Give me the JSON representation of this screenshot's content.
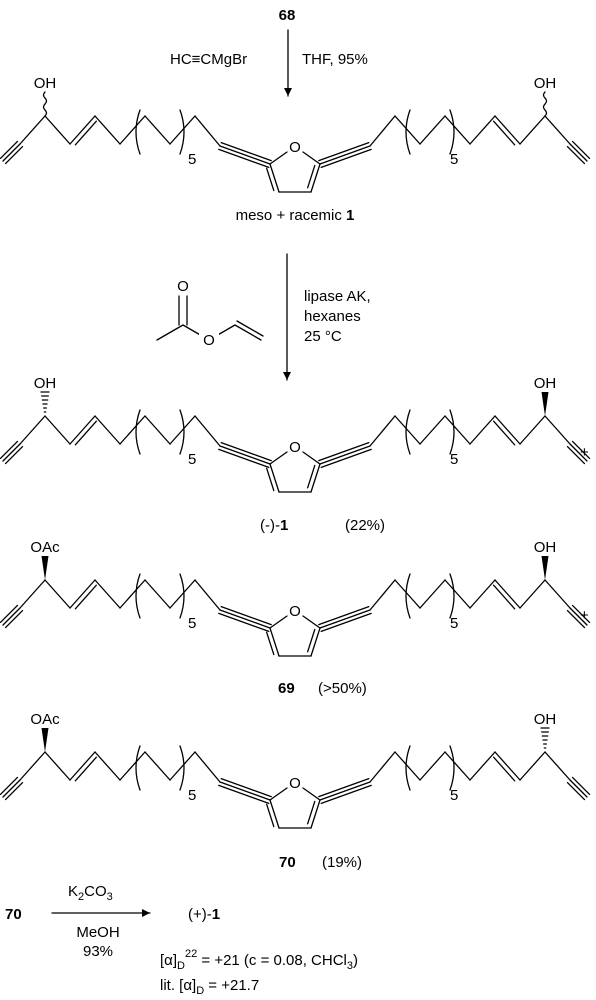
{
  "start_compound": "68",
  "step1": {
    "reagent": "HC≡CMgBr",
    "conditions": "THF, 95%"
  },
  "step2": {
    "reagent_drawn": "vinyl acetate",
    "conditions_line1": "lipase AK,",
    "conditions_line2": "hexanes",
    "conditions_line3": "25 °C"
  },
  "chain_repeat": "5",
  "atoms": {
    "o": "O",
    "oh": "OH",
    "oac": "OAc"
  },
  "product_meso": {
    "prefix": "meso + racemic ",
    "number": "1"
  },
  "product_minus": {
    "prefix": "(-)-",
    "number": "1",
    "yield": "(22%)"
  },
  "product_69": {
    "number": "69",
    "yield": "(>50%)"
  },
  "product_70": {
    "number": "70",
    "yield": "(19%)"
  },
  "plus": "+",
  "step3": {
    "substrate": "70",
    "reagent_base": "K",
    "reagent_sub1": "2",
    "reagent_mid": "CO",
    "reagent_sub2": "3",
    "solvent": "MeOH",
    "yield": "93%",
    "product_prefix": "(+)-",
    "product_number": "1"
  },
  "rotation": {
    "alpha": "[α]",
    "sub": "D",
    "sup": "22",
    "value": " = +21 (c = 0.08, CHCl",
    "chcl_sub": "3",
    "close": ")",
    "lit_prefix": "lit. [α]",
    "lit_sub": "D",
    "lit_value": " = +21.7"
  }
}
